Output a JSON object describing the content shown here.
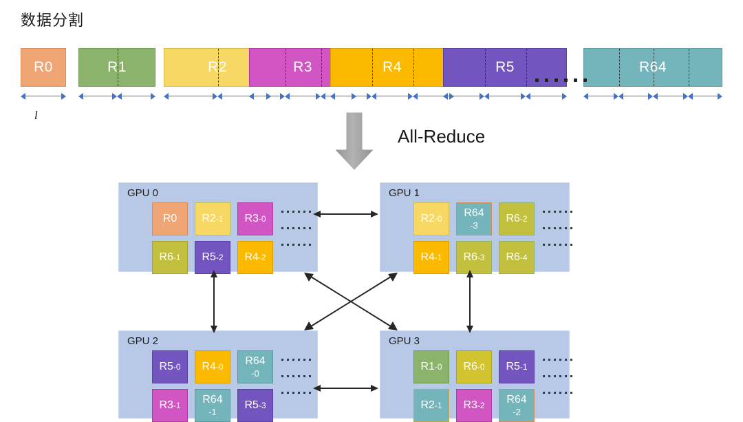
{
  "title": "数据分割",
  "all_reduce_label": "All-Reduce",
  "length_label": "l",
  "colors": {
    "panel_bg": "#b8c9e8",
    "arrow_blue": "#4472c4",
    "orange_salmon": "#f0a574",
    "green": "#8cb36c",
    "yellow_light": "#f8d864",
    "magenta": "#d156c4",
    "amber": "#fbb900",
    "purple": "#7355c0",
    "teal": "#74b4bb",
    "olive": "#c3c03f"
  },
  "top_row": {
    "segments": [
      {
        "label": "R0",
        "color": "#f0a574",
        "border": "#d98a55",
        "divisions": 1
      },
      {
        "label": "R1",
        "color": "#8cb36c",
        "border": "#6d9a4c",
        "divisions": 2
      },
      {
        "label": "R2",
        "color": "#f8d864",
        "border": "#d9b943",
        "divisions": 2
      },
      {
        "label": "R3",
        "color": "#d156c4",
        "border": "#b23aa4",
        "divisions": 3
      },
      {
        "label": "R4",
        "color": "#fbb900",
        "border": "#d79e00",
        "divisions": 3
      },
      {
        "label": "R5",
        "color": "#7355c0",
        "border": "#5a3ea8",
        "divisions": 3
      },
      {
        "label": "R64",
        "color": "#74b4bb",
        "border": "#57989f",
        "divisions": 4
      }
    ],
    "ellipsis_dots": 6
  },
  "gpus": [
    {
      "name": "GPU 0",
      "rows": [
        [
          {
            "main": "R0",
            "sub": "",
            "color": "#f0a574",
            "border": "#d98a55"
          },
          {
            "main": "R2",
            "sub": "-1",
            "color": "#f8d864",
            "border": "#c3c03f"
          },
          {
            "main": "R3",
            "sub": "-0",
            "color": "#d156c4",
            "border": "#b23aa4"
          }
        ],
        [
          {
            "main": "R6",
            "sub": "-1",
            "color": "#c3c03f",
            "border": "#a6a430"
          },
          {
            "main": "R5",
            "sub": "-2",
            "color": "#7355c0",
            "border": "#5a3ea8"
          },
          {
            "main": "R4",
            "sub": "-2",
            "color": "#fbb900",
            "border": "#d79e00"
          }
        ]
      ]
    },
    {
      "name": "GPU 1",
      "rows": [
        [
          {
            "main": "R2",
            "sub": "-0",
            "color": "#f8d864",
            "border": "#d9b943"
          },
          {
            "main": "R64",
            "sub": "-3",
            "color": "#74b4bb",
            "border": "#d98a55",
            "stacked": true
          },
          {
            "main": "R6",
            "sub": "-2",
            "color": "#c3c03f",
            "border": "#8cb36c"
          }
        ],
        [
          {
            "main": "R4",
            "sub": "-1",
            "color": "#fbb900",
            "border": "#d79e00"
          },
          {
            "main": "R6",
            "sub": "-3",
            "color": "#c3c03f",
            "border": "#8cb36c"
          },
          {
            "main": "R6",
            "sub": "-4",
            "color": "#c3c03f",
            "border": "#8cb36c"
          }
        ]
      ]
    },
    {
      "name": "GPU 2",
      "rows": [
        [
          {
            "main": "R5",
            "sub": "-0",
            "color": "#7355c0",
            "border": "#5a3ea8"
          },
          {
            "main": "R4",
            "sub": "-0",
            "color": "#fbb900",
            "border": "#d79e00"
          },
          {
            "main": "R64",
            "sub": "-0",
            "color": "#74b4bb",
            "border": "#57989f",
            "stacked": true
          }
        ],
        [
          {
            "main": "R3",
            "sub": "-1",
            "color": "#d156c4",
            "border": "#b23aa4"
          },
          {
            "main": "R64",
            "sub": "-1",
            "color": "#74b4bb",
            "border": "#57989f",
            "stacked": true
          },
          {
            "main": "R5",
            "sub": "-3",
            "color": "#7355c0",
            "border": "#5a3ea8"
          }
        ]
      ]
    },
    {
      "name": "GPU 3",
      "rows": [
        [
          {
            "main": "R1",
            "sub": "-0",
            "color": "#8cb36c",
            "border": "#6d9a4c"
          },
          {
            "main": "R6",
            "sub": "-0",
            "color": "#d2c430",
            "border": "#b0a41f"
          },
          {
            "main": "R5",
            "sub": "-1",
            "color": "#7355c0",
            "border": "#5a3ea8"
          }
        ],
        [
          {
            "main": "R2",
            "sub": "-1",
            "color": "#74b4bb",
            "border": "#c3a64a"
          },
          {
            "main": "R3",
            "sub": "-2",
            "color": "#d156c4",
            "border": "#b23aa4"
          },
          {
            "main": "R64",
            "sub": "-2",
            "color": "#74b4bb",
            "border": "#d98a55",
            "stacked": true
          }
        ]
      ]
    }
  ]
}
